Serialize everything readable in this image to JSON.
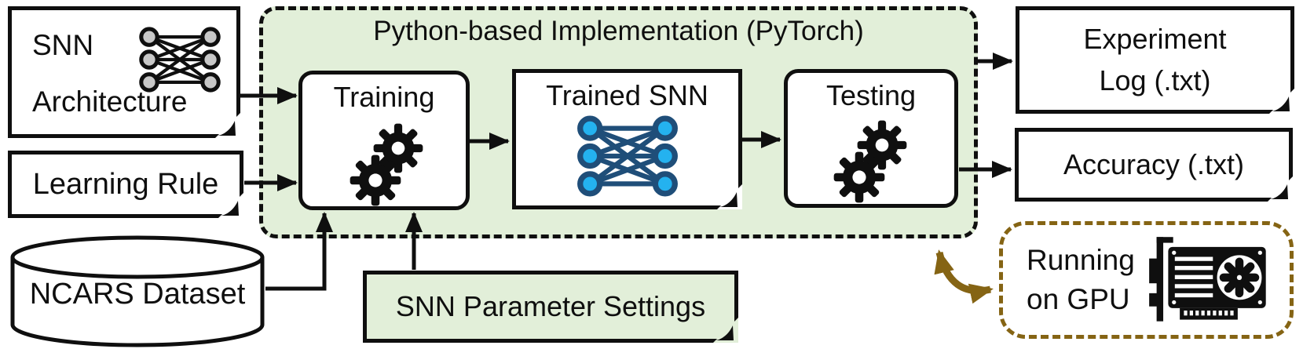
{
  "diagram_title": "Python-based Implementation (PyTorch)",
  "inputs": {
    "snn_architecture": {
      "line1": "SNN",
      "line2": "Architecture"
    },
    "learning_rule": {
      "label": "Learning Rule"
    },
    "ncars_dataset": {
      "label": "NCARS Dataset"
    },
    "snn_parameter_settings": {
      "label": "SNN Parameter Settings"
    }
  },
  "stages": {
    "training": {
      "label": "Training"
    },
    "trained_snn": {
      "label": "Trained SNN"
    },
    "testing": {
      "label": "Testing"
    }
  },
  "outputs": {
    "experiment_log": {
      "line1": "Experiment",
      "line2": "Log (.txt)"
    },
    "accuracy": {
      "label": "Accuracy (.txt)"
    }
  },
  "gpu_note": {
    "line1": "Running",
    "line2": "on GPU"
  },
  "icons": {
    "snn_architecture": "neural-network-icon",
    "trained_snn": "neural-network-icon",
    "training": "gears-icon",
    "testing": "gears-icon",
    "gpu": "graphics-card-icon",
    "ncars_dataset": "database-cylinder"
  },
  "colors": {
    "pipeline_fill": "#e2efd9",
    "outline_black": "#0f0f0f",
    "gold_accent": "#856414",
    "node_blue_fill": "#24b2ef",
    "node_blue_stroke": "#1f4e79",
    "node_gray_fill": "#c8c8c8"
  }
}
